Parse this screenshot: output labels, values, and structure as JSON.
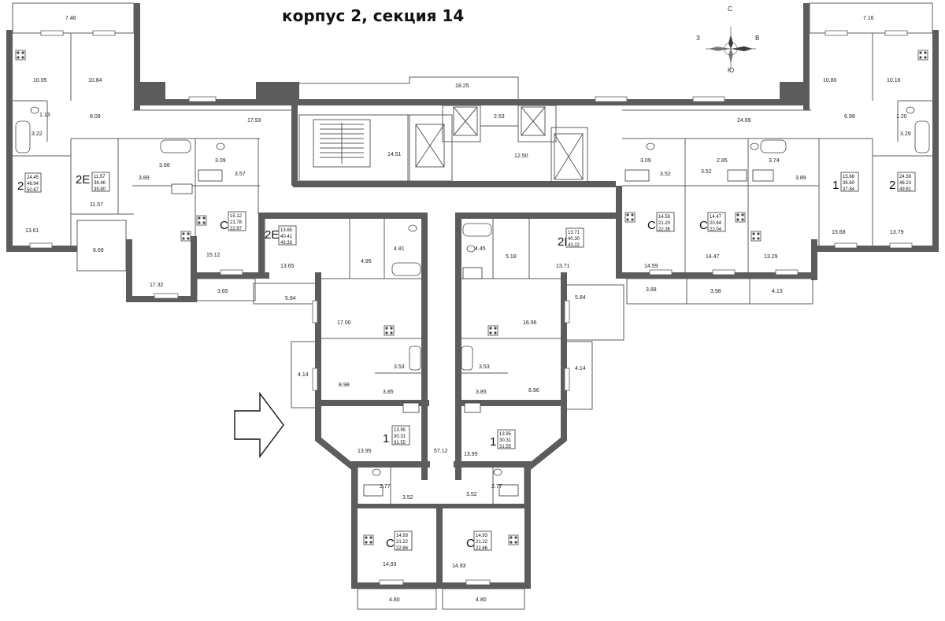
{
  "title": "корпус 2, секция 14",
  "compass": {
    "n": "С",
    "s": "Ю",
    "w": "З",
    "e": "В"
  },
  "areas": {
    "a_7_46": "7.46",
    "a_10_05": "10.05",
    "a_10_84": "10.84",
    "a_1_13": "1.13",
    "a_8_09": "8.09",
    "a_3_22": "3.22",
    "a_17_93": "17.93",
    "a_18_25": "18.25",
    "a_2_53": "2.53",
    "a_14_51": "14.51",
    "a_12_50": "12.50",
    "a_24_69": "24.69",
    "a_7_16": "7.16",
    "a_10_80": "10.80",
    "a_10_16": "10.16",
    "a_6_99": "6.99",
    "a_1_20": "1.20",
    "a_3_29": "3.29",
    "a_3_68": "3.68",
    "a_3_09_l": "3.09",
    "a_3_57": "3.57",
    "a_3_89_l": "3.89",
    "a_11_57": "11.57",
    "a_13_61": "13.61",
    "a_6_69": "6.69",
    "a_17_32": "17.32",
    "a_15_12": "15.12",
    "a_3_65": "3.65",
    "a_13_65": "13.65",
    "a_4_95": "4.95",
    "a_4_81": "4.81",
    "a_5_84_l": "5.84",
    "a_17_00": "17.00",
    "a_4_14_l": "4.14",
    "a_8_98": "8.98",
    "a_3_53_l": "3.53",
    "a_3_85_l": "3.85",
    "a_13_95_l": "13.95",
    "a_57_12": "57.12",
    "a_2_77_l": "2.77",
    "a_3_52_bl": "3.52",
    "a_14_93_l": "14.93",
    "a_4_80_l": "4.80",
    "a_4_45": "4.45",
    "a_5_18": "5.18",
    "a_13_71": "13.71",
    "a_5_84_r": "5.84",
    "a_16_96": "16.96",
    "a_3_53_r": "3.53",
    "a_4_14_r": "4.14",
    "a_8_96": "8.96",
    "a_3_85_r": "3.85",
    "a_13_95_r": "13.95",
    "a_2_77_r": "2.77",
    "a_3_52_br": "3.52",
    "a_14_93_r": "14.93",
    "a_4_80_r": "4.80",
    "a_3_09_r": "3.09",
    "a_3_52_r1": "3.52",
    "a_2_85": "2.85",
    "a_3_52_r2": "3.52",
    "a_3_74": "3.74",
    "a_3_89_r": "3.89",
    "a_14_59": "14.59",
    "a_14_47": "14.47",
    "a_13_29": "13.29",
    "a_15_68": "15.68",
    "a_13_79": "13.79",
    "a_3_88": "3.88",
    "a_3_98": "3.98",
    "a_4_13": "4.13"
  },
  "apartments": [
    {
      "n": "2",
      "v": [
        "24.45",
        "46.94",
        "50.67"
      ]
    },
    {
      "n": "2Е",
      "v": [
        "11.57",
        "36.46",
        "39.80"
      ]
    },
    {
      "n": "С",
      "v": [
        "15.12",
        "21.78",
        "22.87"
      ]
    },
    {
      "n": "2Е",
      "v": [
        "13.65",
        "40.41",
        "43.33"
      ]
    },
    {
      "n": "1",
      "v": [
        "13.95",
        "30.31",
        "31.55"
      ]
    },
    {
      "n": "С",
      "v": [
        "14.93",
        "21.22",
        "22.66"
      ]
    },
    {
      "n": "2Е",
      "v": [
        "13.71",
        "40.30",
        "43.22"
      ]
    },
    {
      "n": "1",
      "v": [
        "13.95",
        "30.31",
        "31.55"
      ]
    },
    {
      "n": "С",
      "v": [
        "14.93",
        "21.22",
        "22.66"
      ]
    },
    {
      "n": "С",
      "v": [
        "14.59",
        "21.20",
        "22.36"
      ]
    },
    {
      "n": "С",
      "v": [
        "14.47",
        "20.84",
        "22.04"
      ]
    },
    {
      "n": "1",
      "v": [
        "15.68",
        "36.60",
        "37.84"
      ]
    },
    {
      "n": "2",
      "v": [
        "24.59",
        "46.23",
        "49.81"
      ]
    }
  ],
  "entrance_arrow": "arrow-right-icon"
}
